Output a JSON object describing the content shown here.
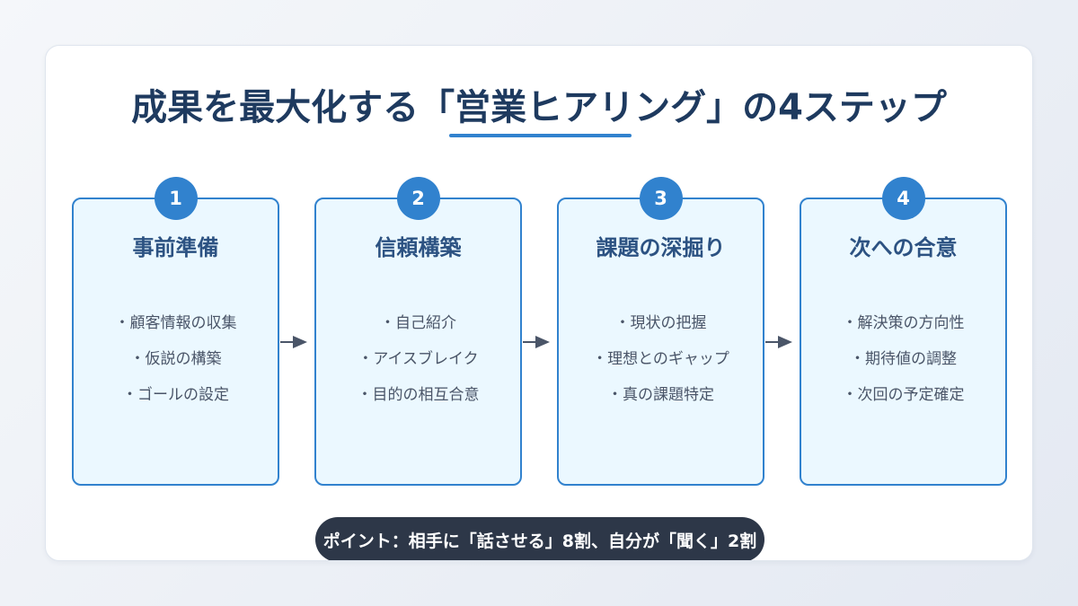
{
  "title": "成果を最大化する「営業ヒアリング」の4ステップ",
  "colors": {
    "accent": "#3182ce",
    "title": "#1e3a5f",
    "step_title": "#2c5282",
    "step_bg": "#ebf8ff",
    "item_text": "#4a5568",
    "arrow": "#4a5568",
    "footer_bg": "#2d3748"
  },
  "steps": [
    {
      "number": "1",
      "title": "事前準備",
      "items": [
        "・顧客情報の収集",
        "・仮説の構築",
        "・ゴールの設定"
      ]
    },
    {
      "number": "2",
      "title": "信頼構築",
      "items": [
        "・自己紹介",
        "・アイスブレイク",
        "・目的の相互合意"
      ]
    },
    {
      "number": "3",
      "title": "課題の深掘り",
      "items": [
        "・現状の把握",
        "・理想とのギャップ",
        "・真の課題特定"
      ]
    },
    {
      "number": "4",
      "title": "次への合意",
      "items": [
        "・解決策の方向性",
        "・期待値の調整",
        "・次回の予定確定"
      ]
    }
  ],
  "arrows": [
    {
      "icon": "arrow-right-icon"
    },
    {
      "icon": "arrow-right-icon"
    },
    {
      "icon": "arrow-right-icon"
    }
  ],
  "footer": {
    "text": "ポイント：相手に「話させる」8割、自分が「聞く」2割"
  }
}
